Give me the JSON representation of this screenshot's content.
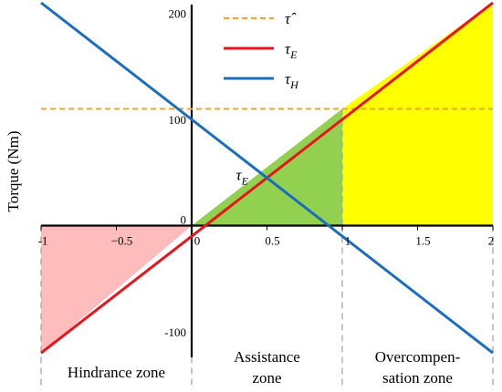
{
  "chart_data": {
    "type": "line",
    "title": "",
    "xlabel": "",
    "ylabel": "Torque (Nm)",
    "xlim": [
      -1,
      2
    ],
    "ylim": [
      -125,
      210
    ],
    "x_ticks": [
      {
        "value": -1,
        "label": "-1"
      },
      {
        "value": -0.5,
        "label": "−0.5"
      },
      {
        "value": 0,
        "label": "0"
      },
      {
        "value": 0.5,
        "label": "0.5"
      },
      {
        "value": 1,
        "label": "1"
      },
      {
        "value": 1.5,
        "label": "1.5"
      },
      {
        "value": 2,
        "label": "2"
      }
    ],
    "y_ticks": [
      {
        "value": 200,
        "label": "200"
      },
      {
        "value": 100,
        "label": "100"
      },
      {
        "value": 0,
        "label": "0"
      },
      {
        "value": -100,
        "label": "-100"
      }
    ],
    "series": [
      {
        "name": "τ̂",
        "color": "#f0a830",
        "dash": true,
        "x": [
          -1,
          2
        ],
        "y": [
          110,
          110
        ]
      },
      {
        "name": "τE",
        "color": "#e8141b",
        "dash": false,
        "x": [
          -1,
          2
        ],
        "y": [
          -120,
          210
        ]
      },
      {
        "name": "τH",
        "color": "#1a6ebd",
        "dash": false,
        "x": [
          -1,
          2
        ],
        "y": [
          210,
          -120
        ]
      }
    ],
    "regions": [
      {
        "label": "Hindrance zone",
        "color": "#ffbcbc",
        "polygon": [
          [
            -1,
            0
          ],
          [
            0,
            0
          ],
          [
            -1,
            -120
          ]
        ]
      },
      {
        "label": "Assistance zone",
        "color": "#92d050",
        "polygon": [
          [
            0,
            0
          ],
          [
            1,
            0
          ],
          [
            1,
            110
          ]
        ]
      },
      {
        "label": "Overcompensation zone",
        "color": "#ffff00",
        "polygon": [
          [
            1,
            0
          ],
          [
            2,
            0
          ],
          [
            2,
            210
          ],
          [
            1,
            110
          ]
        ]
      }
    ],
    "zone_boundaries": [
      -1,
      0,
      1,
      2
    ],
    "zones": [
      {
        "line1": "Hindrance zone",
        "line2": ""
      },
      {
        "line1": "Assistance",
        "line2": "zone"
      },
      {
        "line1": "Overcompen-",
        "line2": "sation zone"
      }
    ],
    "annotation": {
      "base": "τ",
      "sub": "E",
      "x": 0.5,
      "y": 55
    },
    "legend": {
      "position": "top-center",
      "items": [
        {
          "base": "τ̂",
          "sub": "",
          "color": "#f0a830",
          "dash": true
        },
        {
          "base": "τ",
          "sub": "E",
          "color": "#e8141b",
          "dash": false
        },
        {
          "base": "τ",
          "sub": "H",
          "color": "#1a6ebd",
          "dash": false
        }
      ]
    },
    "grid": false
  }
}
